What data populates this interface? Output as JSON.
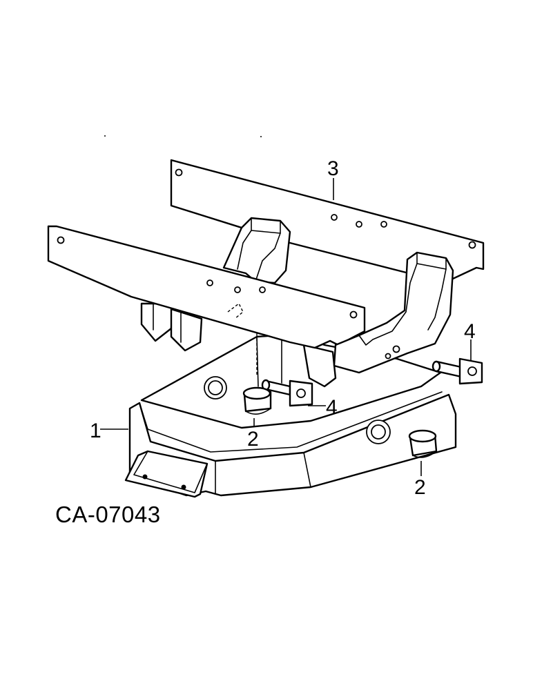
{
  "figure_id": "CA-07043",
  "callouts": {
    "frame": "1",
    "bushing_left": "2",
    "bushing_right": "2",
    "rail_rear": "3",
    "pin_right": "4",
    "pin_center": "4"
  },
  "colors": {
    "line": "#000000",
    "paper": "#ffffff"
  }
}
